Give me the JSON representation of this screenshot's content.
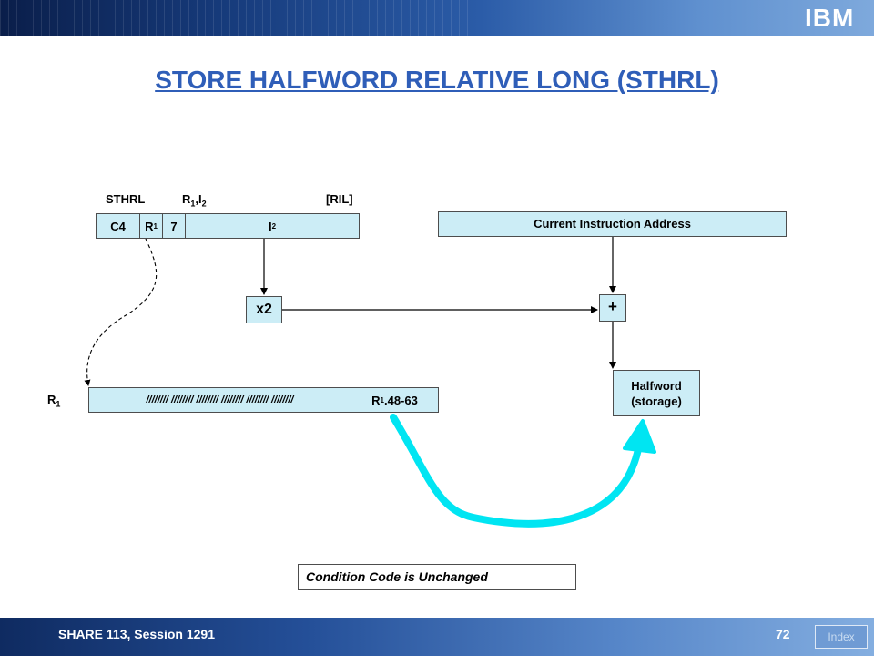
{
  "header": {
    "logo": "IBM"
  },
  "title": "STORE HALFWORD RELATIVE LONG (STHRL)",
  "instruction_format": {
    "mnemonic": "STHRL",
    "operands": {
      "r": "R",
      "r_sub": "1",
      "sep": ",I",
      "i_sub": "2"
    },
    "format": "[RIL]",
    "fields": {
      "opcode": "C4",
      "r1": {
        "base": "R",
        "sub": "1"
      },
      "ext": "7",
      "i2": {
        "base": "I",
        "sub": "2"
      }
    }
  },
  "current_instruction_address": "Current Instruction Address",
  "multiplier": "x2",
  "adder": "+",
  "halfword": {
    "line1": "Halfword",
    "line2": "(storage)"
  },
  "register": {
    "label": {
      "base": "R",
      "sub": "1"
    },
    "bits": "//////// //////// //////// //////// //////// ////////",
    "low": {
      "base": "R",
      "sub": "1",
      "suffix": ".48-63"
    }
  },
  "condition_code": "Condition Code is Unchanged",
  "footer": {
    "session": "SHARE 113, Session 1291",
    "page": "72",
    "index": "Index"
  },
  "colors": {
    "box_fill": "#ccedf6",
    "title": "#2f5eb8",
    "arrow_cyan": "#00e5f2"
  }
}
